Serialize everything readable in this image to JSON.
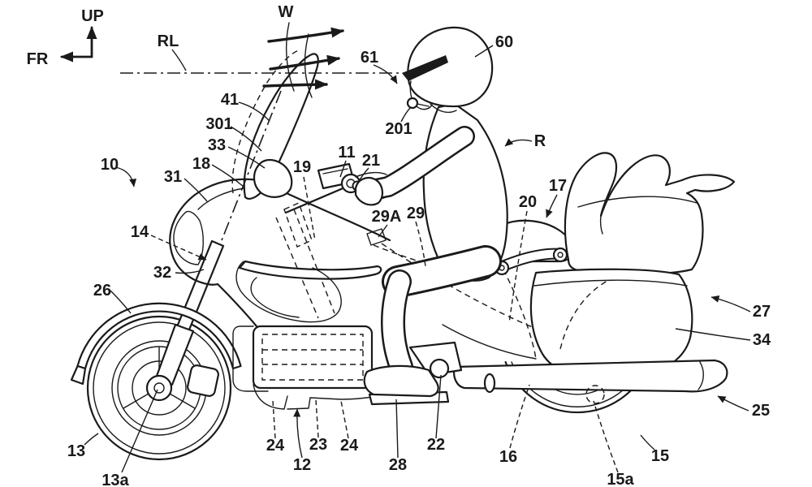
{
  "figure": {
    "background_color": "#ffffff",
    "line_color": "#1a1a1a"
  },
  "labels": [
    {
      "id": "axis-up",
      "text": "UP"
    },
    {
      "id": "axis-fr",
      "text": "FR"
    },
    {
      "id": "ref-line",
      "text": "RL"
    },
    {
      "id": "wind",
      "text": "W"
    },
    {
      "id": "ref-61",
      "text": "61"
    },
    {
      "id": "ref-60",
      "text": "60"
    },
    {
      "id": "ref-201",
      "text": "201"
    },
    {
      "id": "rider",
      "text": "R"
    },
    {
      "id": "ref-41",
      "text": "41"
    },
    {
      "id": "ref-301",
      "text": "301"
    },
    {
      "id": "ref-33",
      "text": "33"
    },
    {
      "id": "ref-18",
      "text": "18"
    },
    {
      "id": "ref-31",
      "text": "31"
    },
    {
      "id": "ref-10",
      "text": "10"
    },
    {
      "id": "ref-19",
      "text": "19"
    },
    {
      "id": "ref-11",
      "text": "11"
    },
    {
      "id": "ref-21",
      "text": "21"
    },
    {
      "id": "ref-29A",
      "text": "29A"
    },
    {
      "id": "ref-29",
      "text": "29"
    },
    {
      "id": "ref-20",
      "text": "20"
    },
    {
      "id": "ref-17",
      "text": "17"
    },
    {
      "id": "ref-14",
      "text": "14"
    },
    {
      "id": "ref-32",
      "text": "32"
    },
    {
      "id": "ref-26",
      "text": "26"
    },
    {
      "id": "ref-27",
      "text": "27"
    },
    {
      "id": "ref-34",
      "text": "34"
    },
    {
      "id": "ref-25",
      "text": "25"
    },
    {
      "id": "ref-13",
      "text": "13"
    },
    {
      "id": "ref-13a",
      "text": "13a"
    },
    {
      "id": "ref-24-left",
      "text": "24"
    },
    {
      "id": "ref-12",
      "text": "12"
    },
    {
      "id": "ref-23",
      "text": "23"
    },
    {
      "id": "ref-24-right",
      "text": "24"
    },
    {
      "id": "ref-28",
      "text": "28"
    },
    {
      "id": "ref-22",
      "text": "22"
    },
    {
      "id": "ref-16",
      "text": "16"
    },
    {
      "id": "ref-15a",
      "text": "15a"
    },
    {
      "id": "ref-15",
      "text": "15"
    }
  ]
}
